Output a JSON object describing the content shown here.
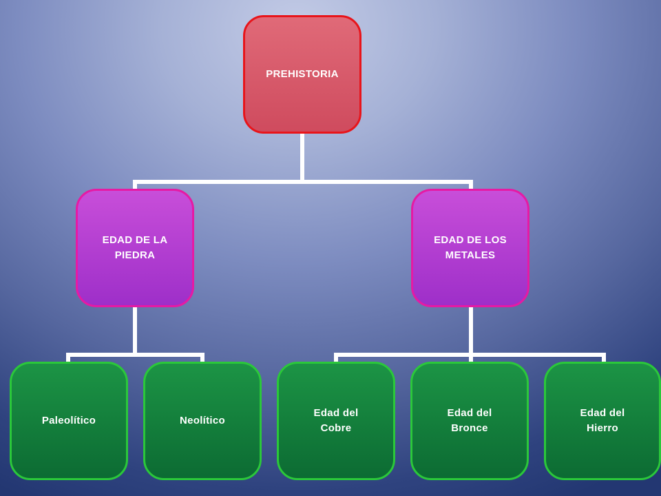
{
  "diagram": {
    "root": {
      "label": "PREHISTORIA"
    },
    "branches": [
      {
        "label": "EDAD DE LA\nPIEDRA",
        "children": [
          {
            "label": "Paleolítico"
          },
          {
            "label": "Neolítico"
          }
        ]
      },
      {
        "label": "EDAD DE LOS\nMETALES",
        "children": [
          {
            "label": "Edad del\nCobre"
          },
          {
            "label": "Edad del\nBronce"
          },
          {
            "label": "Edad del\nHierro"
          }
        ]
      }
    ]
  },
  "colors": {
    "background_light": "#c3cbe6",
    "background_dark": "#233772",
    "root_fill": "#d85a6b",
    "root_border": "#e8141a",
    "branch_fill": "#b23fcf",
    "branch_border": "#e61aa4",
    "leaf_fill": "#167f3c",
    "leaf_border": "#2bc83a",
    "connector": "#ffffff"
  }
}
